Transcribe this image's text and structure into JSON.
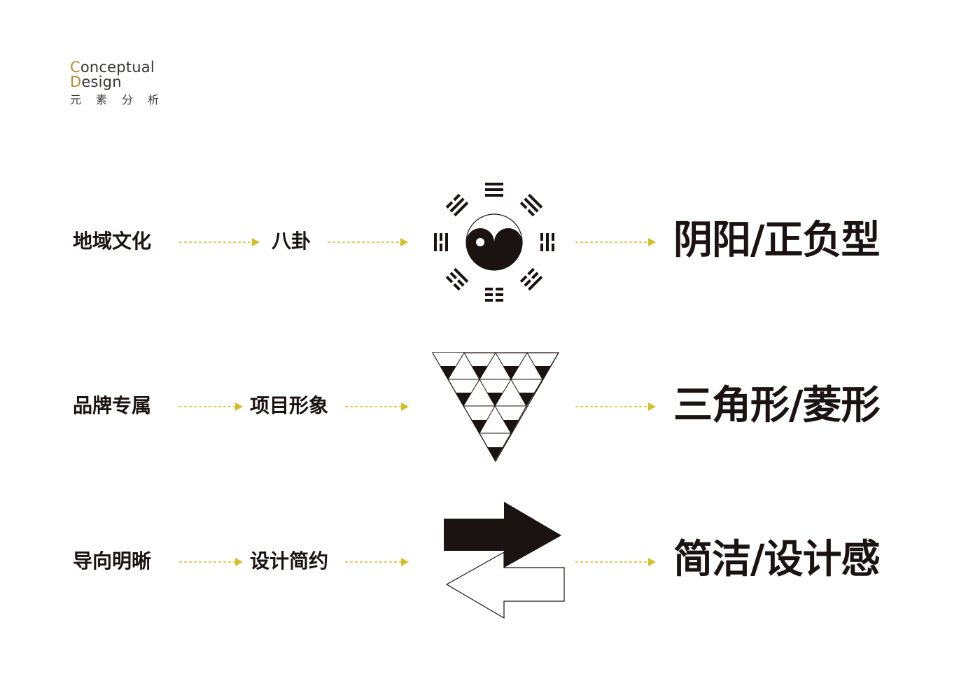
{
  "header": {
    "line1_initial": "C",
    "line1_rest": "onceptual",
    "line2_initial": "D",
    "line2_rest": "esign",
    "subtitle": "元素分析"
  },
  "rows": [
    {
      "source": "地域文化",
      "element": "八卦",
      "symbol": "bagua-yinyang-icon",
      "result": "阴阳/正负型"
    },
    {
      "source": "品牌专属",
      "element": "项目形象",
      "symbol": "triangle-grid-icon",
      "result": "三角形/菱形"
    },
    {
      "source": "导向明晰",
      "element": "设计简约",
      "symbol": "double-arrow-icon",
      "result": "简洁/设计感"
    }
  ],
  "colors": {
    "accent_gold": "#b28c2f",
    "arrow_yellow": "#d4bf2a",
    "ink": "#1a1311"
  }
}
